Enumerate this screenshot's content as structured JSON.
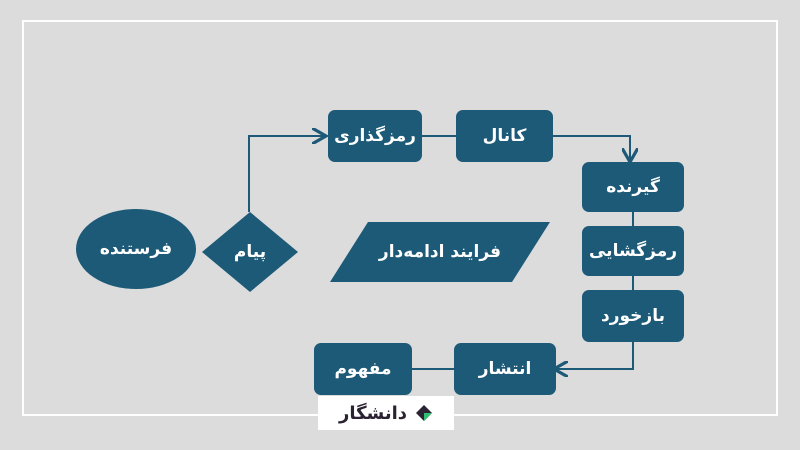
{
  "colors": {
    "node": "#1c5a78",
    "background": "#dcdcdc",
    "frame": "#ffffff",
    "logo_dark": "#2b2233",
    "logo_green": "#2fbf71"
  },
  "nodes": {
    "sender": "فرستنده",
    "message": "پیام",
    "encoding": "رمزگذاری",
    "channel": "کانال",
    "receiver": "گیرنده",
    "decoding": "رمزگشایی",
    "feedback": "بازخورد",
    "publish": "انتشار",
    "concept": "مفهوم",
    "continuous_process": "فرایند ادامه‌دار"
  },
  "logo": {
    "text": "دانشگار"
  }
}
